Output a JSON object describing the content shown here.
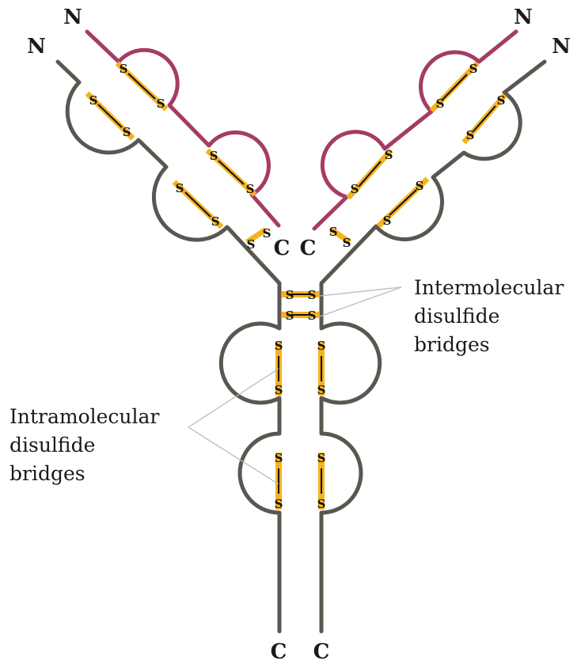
{
  "colors": {
    "heavy_chain": "#59574f",
    "light_chain": "#a53c64",
    "disulfide": "#f5b21f",
    "text": "#1a1a1a"
  },
  "terminals": {
    "n": "N",
    "c": "C"
  },
  "sulfur": "S",
  "labels": {
    "inter": [
      "Intermolecular",
      "disulfide",
      "bridges"
    ],
    "intra": [
      "Intramolecular",
      "disulfide",
      "bridges"
    ]
  }
}
